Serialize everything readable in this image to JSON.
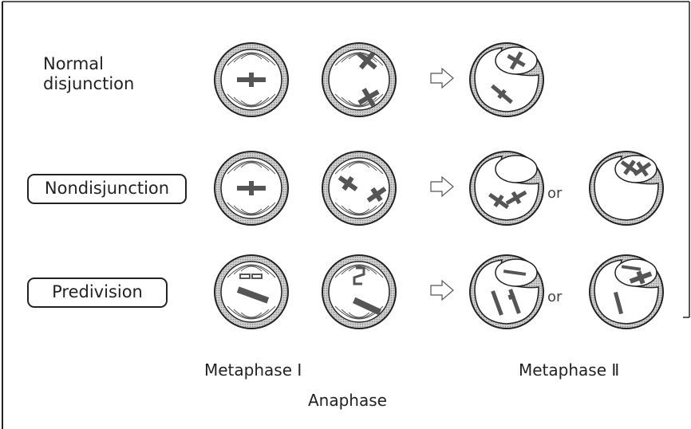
{
  "rows": [
    {
      "label": "Normal\ndisjunction",
      "boxed": false
    },
    {
      "label": "Nondisjunction",
      "boxed": true
    },
    {
      "label": "Predivision",
      "boxed": true
    }
  ],
  "or_text": "or",
  "stages": {
    "metaphase1": "Metaphase Ⅰ",
    "anaphase": "Anaphase",
    "metaphase2": "Metaphase Ⅱ"
  },
  "colors": {
    "cell_fill": "#c9c9c9",
    "cell_stroke": "#222222",
    "chromosome": "#555555",
    "background": "#ffffff"
  }
}
